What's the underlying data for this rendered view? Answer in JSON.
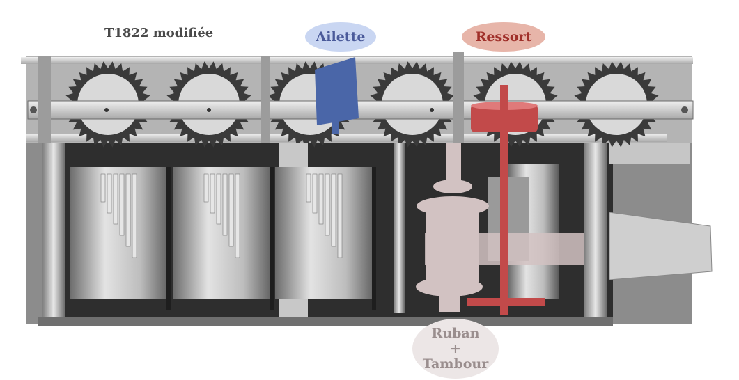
{
  "title": "T1822 modifiée",
  "labels": {
    "ailette": "Ailette",
    "ressort": "Ressort",
    "ruban_line1": "Ruban",
    "ruban_line2": "+",
    "ruban_line3": "Tambour"
  },
  "colors": {
    "ailette_bubble": "#c9d6f2",
    "ailette_text": "#4a5a9a",
    "ailette_part": "#4a66a8",
    "ressort_bubble": "#e7b5a9",
    "ressort_text": "#a0302a",
    "ressort_part": "#c24a4a",
    "ruban_bubble": "#ece6e6",
    "ruban_text": "#9a8e8e",
    "ruban_part": "#d2c2c2",
    "metal_light": "#cfcfcf",
    "metal_mid": "#9a9a9a",
    "metal_dark": "#3a3a3a"
  }
}
